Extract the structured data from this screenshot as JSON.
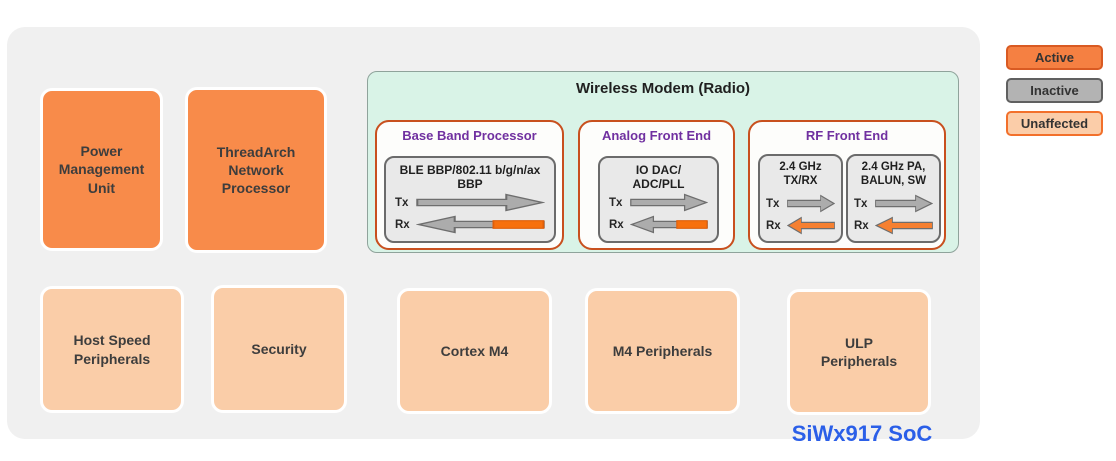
{
  "soc_label": "SiWx917 SoC",
  "legend": {
    "items": [
      {
        "label": "Active",
        "color": "#F58042"
      },
      {
        "label": "Inactive",
        "color": "#B3B3B3"
      },
      {
        "label": "Unaffected",
        "color": "#FBCDA9"
      }
    ]
  },
  "colors": {
    "active_orange": "#F88B4A",
    "unaffected_peach": "#FACDA8",
    "inactive_gray": "#B3B3B3",
    "modem_mint": "#D9F3E7",
    "section_border_orange": "#C8501E",
    "section_title_purple": "#7030A0",
    "soc_label_blue": "#2B5FE8",
    "rx_active_orange": "#F7700E"
  },
  "blocks": {
    "pmu": "Power\nManagement\nUnit",
    "threadarch": "ThreadArch\nNetwork\nProcessor",
    "host": "Host Speed\nPeripherals",
    "security": "Security",
    "cortex": "Cortex M4",
    "m4p": "M4 Peripherals",
    "ulp": "ULP\nPeripherals"
  },
  "modem": {
    "title": "Wireless Modem (Radio)",
    "sections": [
      {
        "title": "Base Band Processor",
        "units": [
          {
            "name": "BLE BBP/802.11 b/g/n/ax\nBBP",
            "tx_label": "Tx",
            "rx_label": "Rx",
            "rx_state": "partial-active"
          }
        ]
      },
      {
        "title": "Analog Front End",
        "units": [
          {
            "name": "IO DAC/\nADC/PLL",
            "tx_label": "Tx",
            "rx_label": "Rx",
            "rx_state": "partial-active"
          }
        ]
      },
      {
        "title": "RF Front End",
        "units": [
          {
            "name": "2.4 GHz\nTX/RX",
            "tx_label": "Tx",
            "rx_label": "Rx",
            "rx_state": "active"
          },
          {
            "name": "2.4 GHz PA,\nBALUN, SW",
            "tx_label": "Tx",
            "rx_label": "Rx",
            "rx_state": "active"
          }
        ]
      }
    ]
  }
}
